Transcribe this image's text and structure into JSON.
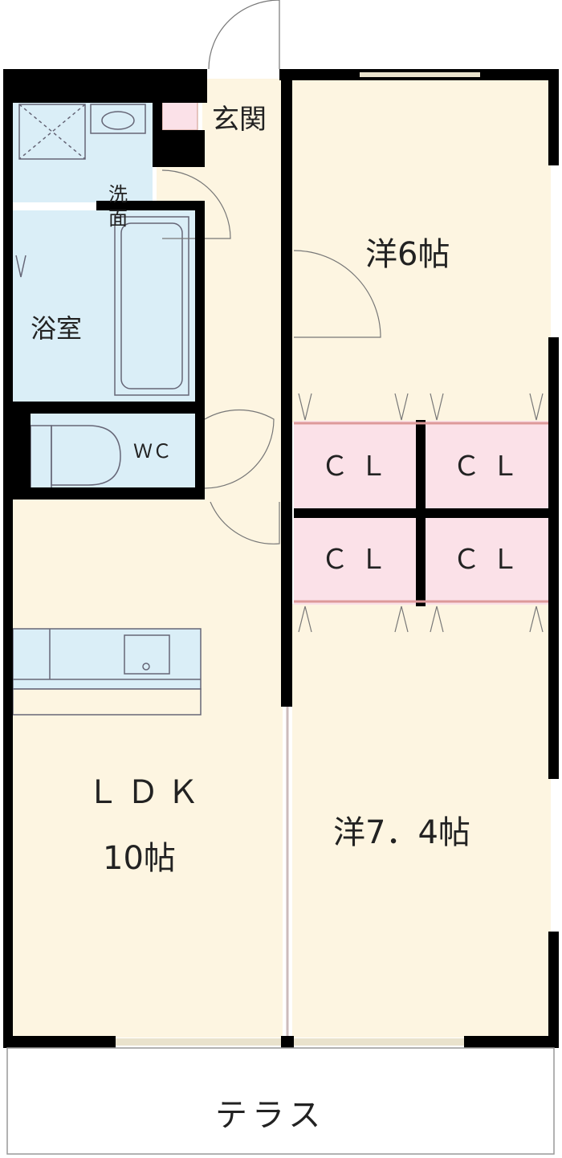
{
  "floorplan": {
    "rooms": {
      "entrance": "玄関",
      "washroom_1": "洗",
      "washroom_2": "面",
      "bathroom": "浴室",
      "toilet": "ＷＣ",
      "western_6": "洋6帖",
      "closet": "ＣＬ",
      "ldk": "ＬＤＫ",
      "ldk_size": "10帖",
      "western_74": "洋7．4帖",
      "terrace": "テラス"
    },
    "colors": {
      "wall": "#000000",
      "floor": "#fdf5e1",
      "wet_area": "#daeef7",
      "storage": "#fbe1e8"
    }
  }
}
